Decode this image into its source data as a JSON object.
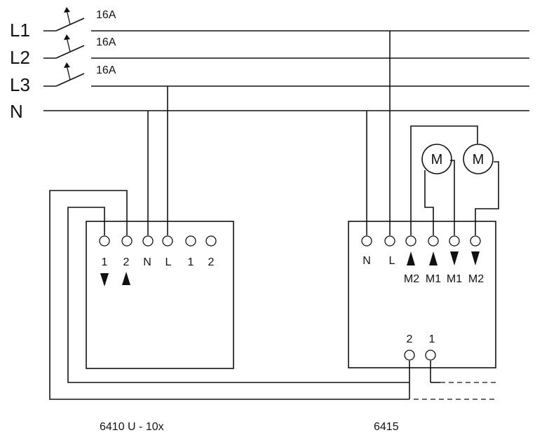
{
  "supply": {
    "lines": [
      "L1",
      "L2",
      "L3"
    ],
    "neutral": "N",
    "breaker_rating": "16A"
  },
  "device_left": {
    "name": "6410 U - 10x",
    "terminals": [
      "1",
      "2",
      "N",
      "L",
      "1",
      "2"
    ]
  },
  "device_right": {
    "name": "6415",
    "terminals": [
      "N",
      "L",
      "M2",
      "M1",
      "M1",
      "M2"
    ],
    "input_terminals": [
      "2",
      "1"
    ]
  },
  "motors": [
    "M",
    "M"
  ]
}
